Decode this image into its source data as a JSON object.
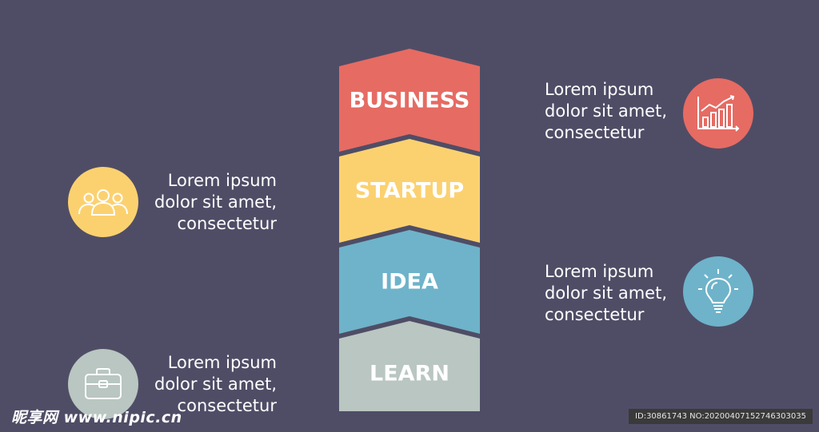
{
  "diagram": {
    "steps": [
      {
        "label": "BUSINESS",
        "color": "#e66b63"
      },
      {
        "label": "STARTUP",
        "color": "#fbd170"
      },
      {
        "label": "IDEA",
        "color": "#6eb3ca"
      },
      {
        "label": "LEARN",
        "color": "#b9c6c1"
      }
    ],
    "notes": {
      "business": {
        "line1": "Lorem ipsum",
        "line2": "dolor sit amet,",
        "line3": "consectetur",
        "icon": "bar-chart-icon",
        "color": "#e66b63"
      },
      "startup": {
        "line1": "Lorem ipsum",
        "line2": "dolor sit amet,",
        "line3": "consectetur",
        "icon": "team-icon",
        "color": "#fbd170"
      },
      "idea": {
        "line1": "Lorem ipsum",
        "line2": "dolor sit amet,",
        "line3": "consectetur",
        "icon": "lightbulb-icon",
        "color": "#6eb3ca"
      },
      "learn": {
        "line1": "Lorem ipsum",
        "line2": "dolor sit amet,",
        "line3": "consectetur",
        "icon": "briefcase-icon",
        "color": "#b9c6c1"
      }
    }
  },
  "watermark": {
    "brand": "昵享网 www.nipic.cn",
    "id_text": "ID:30861743 NO:20200407152746303035"
  }
}
